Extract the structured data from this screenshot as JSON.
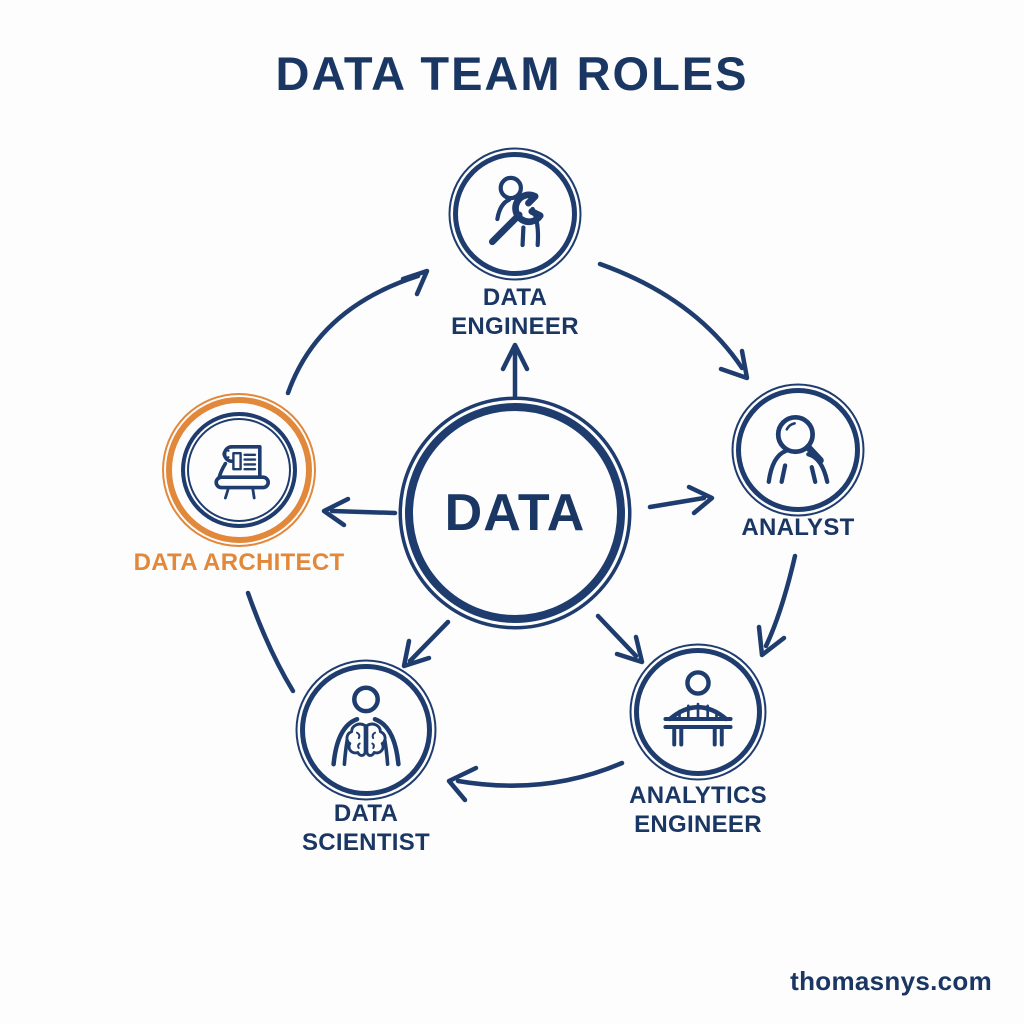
{
  "header": {
    "title": "DATA TEAM ROLES"
  },
  "center": {
    "label": "DATA"
  },
  "nodes": [
    {
      "id": "data-engineer",
      "label": "DATA\nENGINEER",
      "icon": "wrench-person-icon",
      "highlighted": false
    },
    {
      "id": "analyst",
      "label": "ANALYST",
      "icon": "magnifier-person-icon",
      "highlighted": false
    },
    {
      "id": "analytics-engineer",
      "label": "ANALYTICS\nENGINEER",
      "icon": "bridge-icon",
      "highlighted": false
    },
    {
      "id": "data-scientist",
      "label": "DATA\nSCIENTIST",
      "icon": "brain-person-icon",
      "highlighted": false
    },
    {
      "id": "data-architect",
      "label": "DATA ARCHITECT",
      "icon": "blueprint-scroll-icon",
      "highlighted": true
    }
  ],
  "footer": {
    "text": "thomasnys.com"
  },
  "colors": {
    "navy": "#1e3c6e",
    "orange": "#e2883b",
    "background": "#fdfdfe"
  }
}
